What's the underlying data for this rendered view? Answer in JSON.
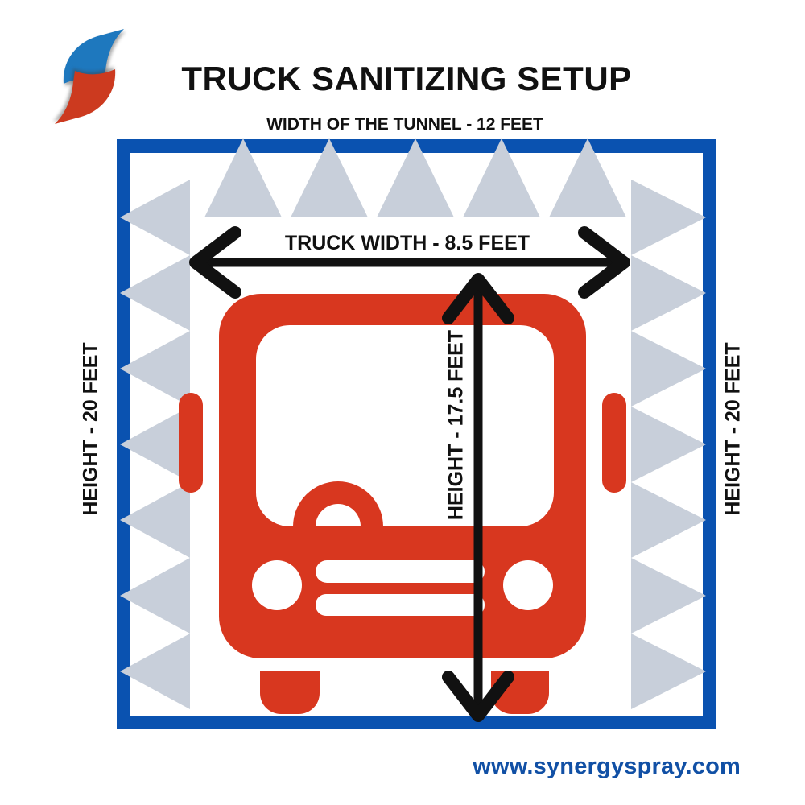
{
  "header": {
    "title": "TRUCK SANITIZING SETUP"
  },
  "labels": {
    "tunnel_width": "WIDTH OF THE TUNNEL - 12 FEET",
    "truck_width": "TRUCK WIDTH - 8.5 FEET",
    "truck_height": "HEIGHT - 17.5 FEET",
    "tunnel_height_left": "HEIGHT - 20 FEET",
    "tunnel_height_right": "HEIGHT - 20 FEET"
  },
  "measurements": {
    "tunnel_width_feet": 12,
    "tunnel_height_feet": 20,
    "truck_width_feet": 8.5,
    "truck_height_feet": 17.5
  },
  "footer": {
    "website": "www.synergyspray.com"
  },
  "logo": {
    "name": "synergy-spray-logo",
    "blue": "#1E78BE",
    "red": "#CC3A1F"
  },
  "diagram": {
    "tunnel": {
      "nozzles_top_count": 5,
      "nozzles_left_count": 7,
      "nozzles_right_count": 7
    }
  },
  "colors": {
    "tunnel_blue": "#0A52B0",
    "nozzle_gray": "#C8CFDA",
    "truck_red": "#D8371F",
    "arrow_black": "#111111",
    "url_blue": "#1150A5",
    "text_black": "#111111"
  }
}
